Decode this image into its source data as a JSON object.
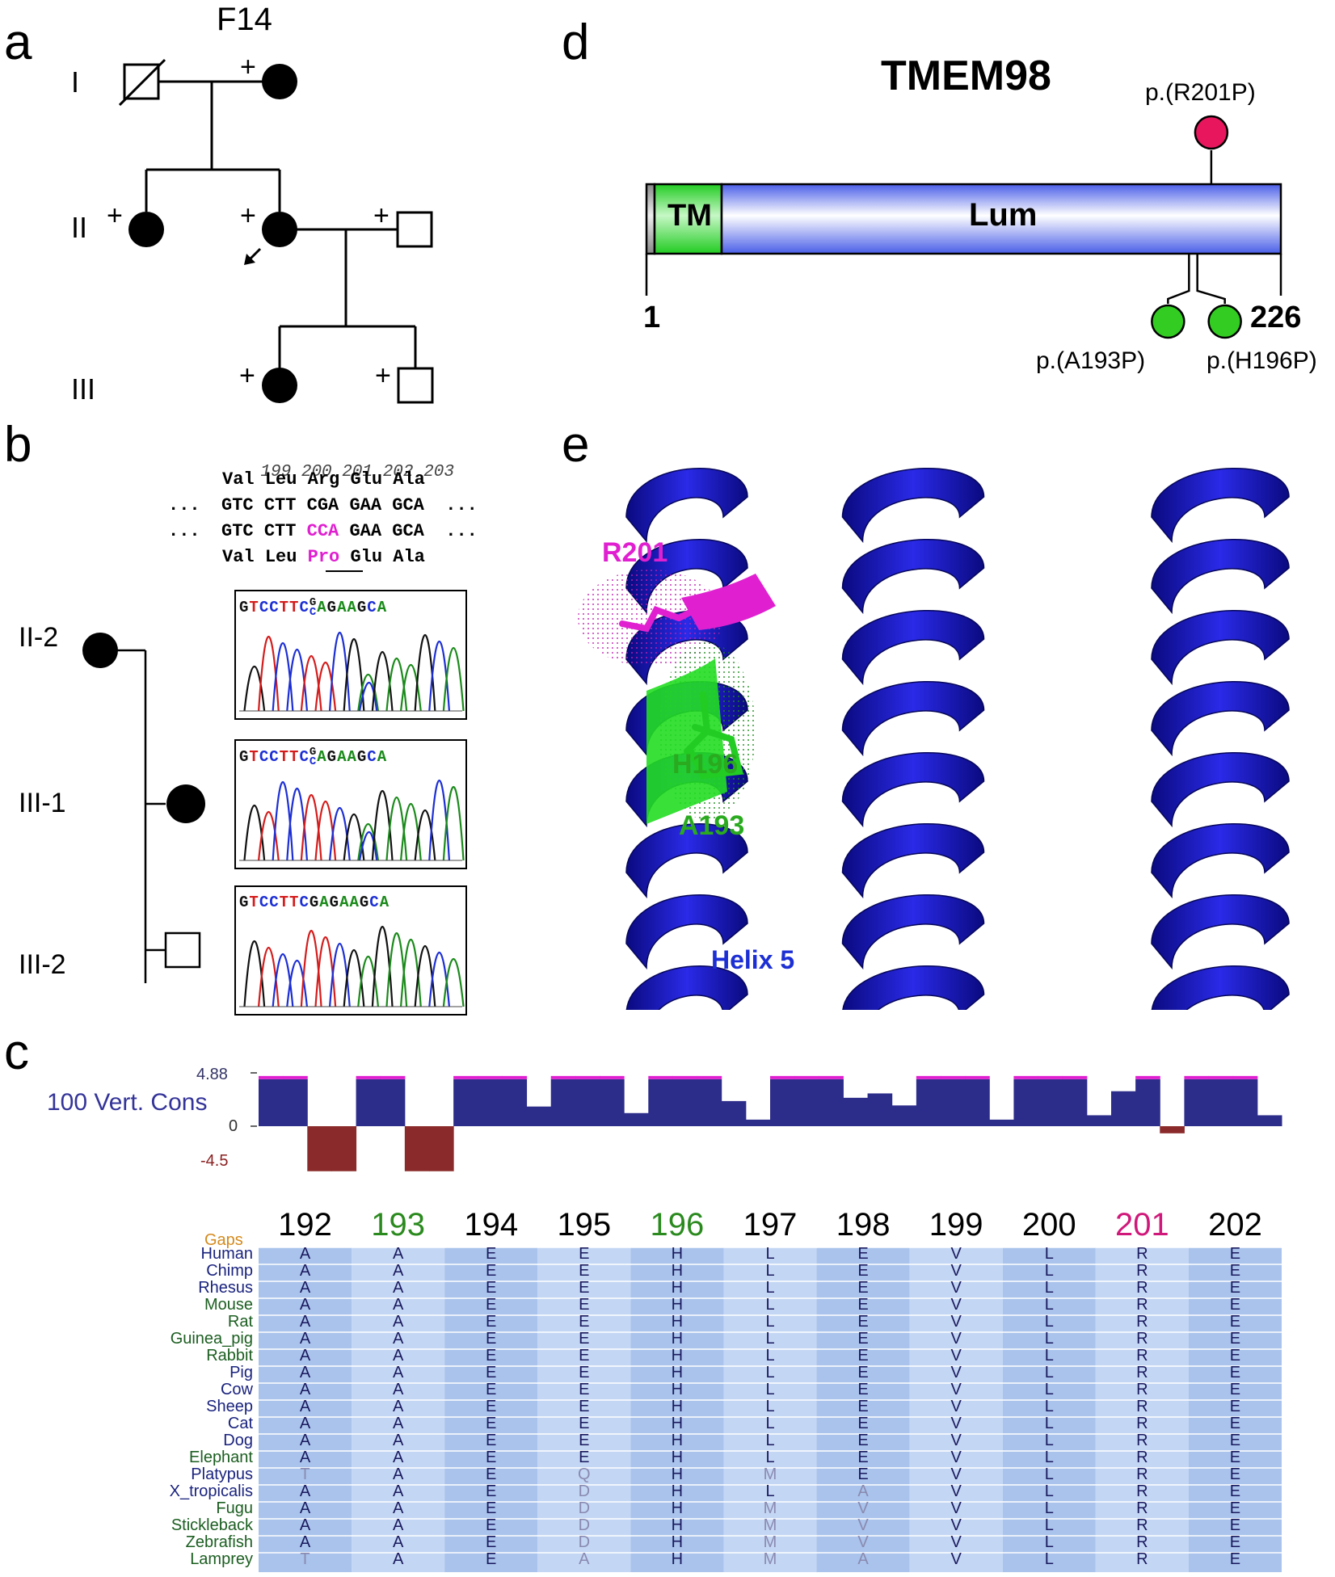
{
  "panel_labels": {
    "a": "a",
    "b": "b",
    "c": "c",
    "d": "d",
    "e": "e"
  },
  "pedigree": {
    "family": "F14",
    "generations": [
      "I",
      "II",
      "III"
    ],
    "plus": "+"
  },
  "sequence": {
    "positions": [
      "199",
      "200",
      "201",
      "202",
      "203"
    ],
    "ref_aa": [
      "Val",
      "Leu",
      "Arg",
      "Glu",
      "Ala"
    ],
    "ref_codons": [
      "GTC",
      "CTT",
      "CGA",
      "GAA",
      "GCA"
    ],
    "mut_codons": [
      "GTC",
      "CTT",
      "CCA",
      "GAA",
      "GCA"
    ],
    "mut_aa": [
      "Val",
      "Leu",
      "Pro",
      "Glu",
      "Ala"
    ],
    "dots": "...",
    "individuals": [
      "II-2",
      "III-1",
      "III-2"
    ],
    "traces": [
      {
        "pre": "GTCCTTC",
        "het_top": "G",
        "het_bot": "C",
        "post": "AGAAGCA"
      },
      {
        "pre": "GTCCTTC",
        "het_top": "G",
        "het_bot": "C",
        "post": "AGAAGCA"
      },
      {
        "pre": "GTCCTTC",
        "het_top": "",
        "het_bot": "",
        "post": "GAGAAGCA"
      }
    ],
    "colors": {
      "A": "#1a8a1a",
      "C": "#1c2fd4",
      "G": "#111111",
      "T": "#d41c1c",
      "mut": "#e020d0"
    }
  },
  "conservation": {
    "track_label": "100 Vert. Cons",
    "ymax_label": "4.88",
    "zero_label": "0",
    "ymin_label": "-4.5",
    "columns": [
      "192",
      "193",
      "194",
      "195",
      "196",
      "197",
      "198",
      "199",
      "200",
      "201",
      "202"
    ],
    "column_colors": [
      "#000000",
      "#2a8a1e",
      "#000000",
      "#000000",
      "#2a8a1e",
      "#000000",
      "#000000",
      "#000000",
      "#000000",
      "#d0187a",
      "#000000"
    ],
    "gaps_label": "Gaps",
    "species": [
      {
        "name": "Human",
        "color": "#1a237e",
        "aa": [
          "A",
          "A",
          "E",
          "E",
          "H",
          "L",
          "E",
          "V",
          "L",
          "R",
          "E"
        ]
      },
      {
        "name": "Chimp",
        "color": "#1a237e",
        "aa": [
          "A",
          "A",
          "E",
          "E",
          "H",
          "L",
          "E",
          "V",
          "L",
          "R",
          "E"
        ]
      },
      {
        "name": "Rhesus",
        "color": "#1a237e",
        "aa": [
          "A",
          "A",
          "E",
          "E",
          "H",
          "L",
          "E",
          "V",
          "L",
          "R",
          "E"
        ]
      },
      {
        "name": "Mouse",
        "color": "#1b5e20",
        "aa": [
          "A",
          "A",
          "E",
          "E",
          "H",
          "L",
          "E",
          "V",
          "L",
          "R",
          "E"
        ]
      },
      {
        "name": "Rat",
        "color": "#1b5e20",
        "aa": [
          "A",
          "A",
          "E",
          "E",
          "H",
          "L",
          "E",
          "V",
          "L",
          "R",
          "E"
        ]
      },
      {
        "name": "Guinea_pig",
        "color": "#1b5e20",
        "aa": [
          "A",
          "A",
          "E",
          "E",
          "H",
          "L",
          "E",
          "V",
          "L",
          "R",
          "E"
        ]
      },
      {
        "name": "Rabbit",
        "color": "#1b5e20",
        "aa": [
          "A",
          "A",
          "E",
          "E",
          "H",
          "L",
          "E",
          "V",
          "L",
          "R",
          "E"
        ]
      },
      {
        "name": "Pig",
        "color": "#1a237e",
        "aa": [
          "A",
          "A",
          "E",
          "E",
          "H",
          "L",
          "E",
          "V",
          "L",
          "R",
          "E"
        ]
      },
      {
        "name": "Cow",
        "color": "#1a237e",
        "aa": [
          "A",
          "A",
          "E",
          "E",
          "H",
          "L",
          "E",
          "V",
          "L",
          "R",
          "E"
        ]
      },
      {
        "name": "Sheep",
        "color": "#1a237e",
        "aa": [
          "A",
          "A",
          "E",
          "E",
          "H",
          "L",
          "E",
          "V",
          "L",
          "R",
          "E"
        ]
      },
      {
        "name": "Cat",
        "color": "#1a237e",
        "aa": [
          "A",
          "A",
          "E",
          "E",
          "H",
          "L",
          "E",
          "V",
          "L",
          "R",
          "E"
        ]
      },
      {
        "name": "Dog",
        "color": "#1a237e",
        "aa": [
          "A",
          "A",
          "E",
          "E",
          "H",
          "L",
          "E",
          "V",
          "L",
          "R",
          "E"
        ]
      },
      {
        "name": "Elephant",
        "color": "#1b5e20",
        "aa": [
          "A",
          "A",
          "E",
          "E",
          "H",
          "L",
          "E",
          "V",
          "L",
          "R",
          "E"
        ]
      },
      {
        "name": "Platypus",
        "color": "#1a237e",
        "aa": [
          "T",
          "A",
          "E",
          "Q",
          "H",
          "M",
          "E",
          "V",
          "L",
          "R",
          "E"
        ]
      },
      {
        "name": "X_tropicalis",
        "color": "#1a237e",
        "aa": [
          "A",
          "A",
          "E",
          "D",
          "H",
          "L",
          "A",
          "V",
          "L",
          "R",
          "E"
        ]
      },
      {
        "name": "Fugu",
        "color": "#1b5e20",
        "aa": [
          "A",
          "A",
          "E",
          "D",
          "H",
          "M",
          "V",
          "V",
          "L",
          "R",
          "E"
        ]
      },
      {
        "name": "Stickleback",
        "color": "#1b5e20",
        "aa": [
          "A",
          "A",
          "E",
          "D",
          "H",
          "M",
          "V",
          "V",
          "L",
          "R",
          "E"
        ]
      },
      {
        "name": "Zebrafish",
        "color": "#1b5e20",
        "aa": [
          "A",
          "A",
          "E",
          "D",
          "H",
          "M",
          "V",
          "V",
          "L",
          "R",
          "E"
        ]
      },
      {
        "name": "Lamprey",
        "color": "#1b5e20",
        "aa": [
          "T",
          "A",
          "E",
          "A",
          "H",
          "M",
          "A",
          "V",
          "L",
          "R",
          "E"
        ]
      }
    ],
    "cons_profile": [
      {
        "v": 4.3
      },
      {
        "v": 4.3
      },
      {
        "v": -3.8
      },
      {
        "v": -3.8
      },
      {
        "v": 4.3
      },
      {
        "v": 4.3
      },
      {
        "v": -3.8
      },
      {
        "v": -3.8
      },
      {
        "v": 4.3
      },
      {
        "v": 4.3
      },
      {
        "v": 4.3
      },
      {
        "v": 1.8
      },
      {
        "v": 4.3
      },
      {
        "v": 4.3
      },
      {
        "v": 4.3
      },
      {
        "v": 1.2
      },
      {
        "v": 4.3
      },
      {
        "v": 4.3
      },
      {
        "v": 4.3
      },
      {
        "v": 2.3
      },
      {
        "v": 0.6
      },
      {
        "v": 4.3
      },
      {
        "v": 4.3
      },
      {
        "v": 4.3
      },
      {
        "v": 2.6
      },
      {
        "v": 3.0
      },
      {
        "v": 1.9
      },
      {
        "v": 4.3
      },
      {
        "v": 4.3
      },
      {
        "v": 4.3
      },
      {
        "v": 0.6
      },
      {
        "v": 4.3
      },
      {
        "v": 4.3
      },
      {
        "v": 4.3
      },
      {
        "v": 1.0
      },
      {
        "v": 3.2
      },
      {
        "v": 4.3
      },
      {
        "v": -0.6
      },
      {
        "v": 4.3
      },
      {
        "v": 4.3
      },
      {
        "v": 4.3
      },
      {
        "v": 1.0
      }
    ]
  },
  "protein": {
    "name": "TMEM98",
    "tm_label": "TM",
    "lum_label": "Lum",
    "start": "1",
    "end": "226",
    "length": 226,
    "variants": [
      {
        "label": "p.(R201P)",
        "position": 201,
        "color": "#e8175d",
        "side": "top"
      },
      {
        "label": "p.(A193P)",
        "position": 193,
        "color": "#33cc22",
        "side": "bottom"
      },
      {
        "label": "p.(H196P)",
        "position": 196,
        "color": "#33cc22",
        "side": "bottom"
      }
    ]
  },
  "structure": {
    "labels": [
      {
        "text": "R201",
        "color": "#e020d0"
      },
      {
        "text": "H196",
        "color": "#2aaa1e"
      },
      {
        "text": "A193",
        "color": "#2aaa1e"
      },
      {
        "text": "Helix 5",
        "color": "#1c2fd4"
      }
    ],
    "helix_color": "#1515c8"
  }
}
